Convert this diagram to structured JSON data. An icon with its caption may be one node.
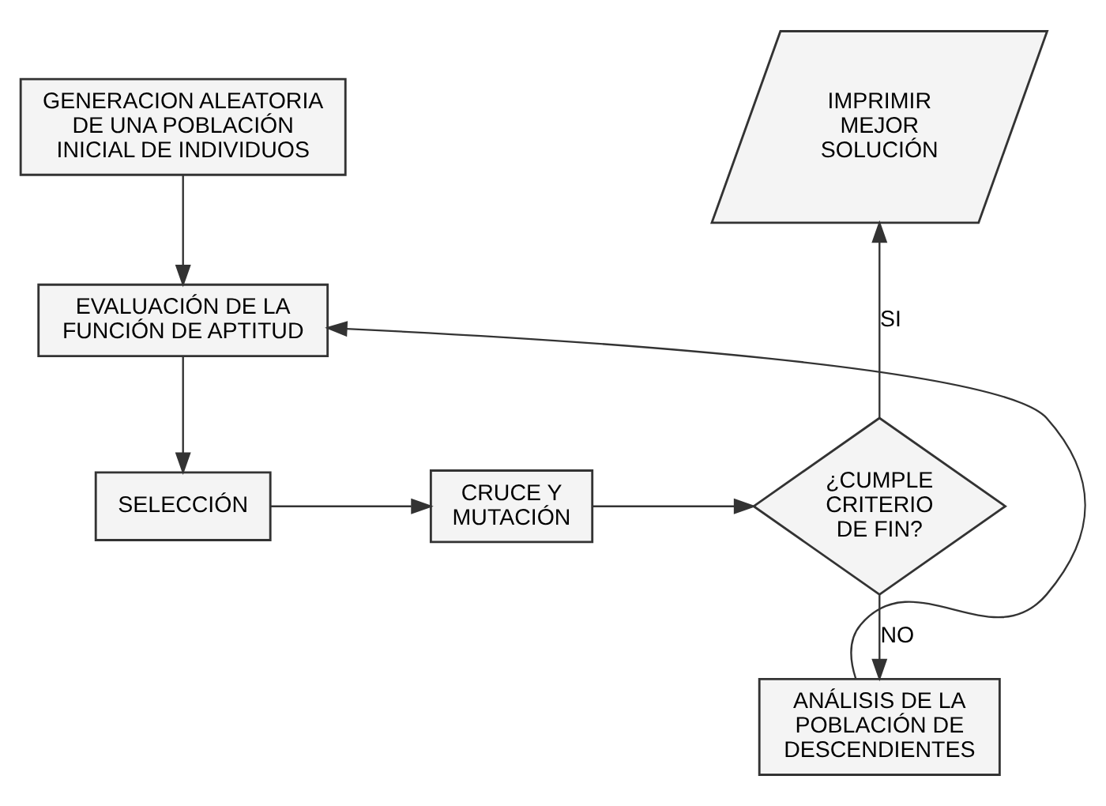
{
  "diagram": {
    "nodes": [
      {
        "text": [
          "GENERACION ALEATORIA DE UNA POBLACIÓN INICIAL DE INDIVIDUOS"
        ]
      },
      {
        "text": [
          "EVALUACIÓN DE LA FUNCIÓN DE APTITUD"
        ]
      },
      {
        "text": [
          "SELECCIÓN"
        ]
      },
      {
        "text": [
          "CRUCE Y MUTACIÓN"
        ]
      },
      {
        "text": [
          "¿CUMPLE CRITERIO DE FIN?"
        ]
      },
      {
        "text": [
          "IMPRIMIR MEJOR SOLUCIÓN"
        ]
      },
      {
        "text": [
          "ANÁLISIS DE LA POBLACIÓN DE DESCENDIENTES"
        ]
      }
    ],
    "edges": [
      {
        "from": 0,
        "to": 1,
        "arrow": "to"
      },
      {
        "from": 1,
        "to": 2,
        "arrow": "to"
      },
      {
        "from": 2,
        "to": 3,
        "arrow": "to"
      },
      {
        "from": 3,
        "to": 4,
        "arrow": "to"
      },
      {
        "from": 4,
        "to": 5,
        "arrow": "to",
        "label": "SI"
      },
      {
        "from": 4,
        "to": 6,
        "arrow": "to",
        "label": "NO"
      },
      {
        "from": 6,
        "to": 1,
        "arrow": "to"
      }
    ]
  }
}
